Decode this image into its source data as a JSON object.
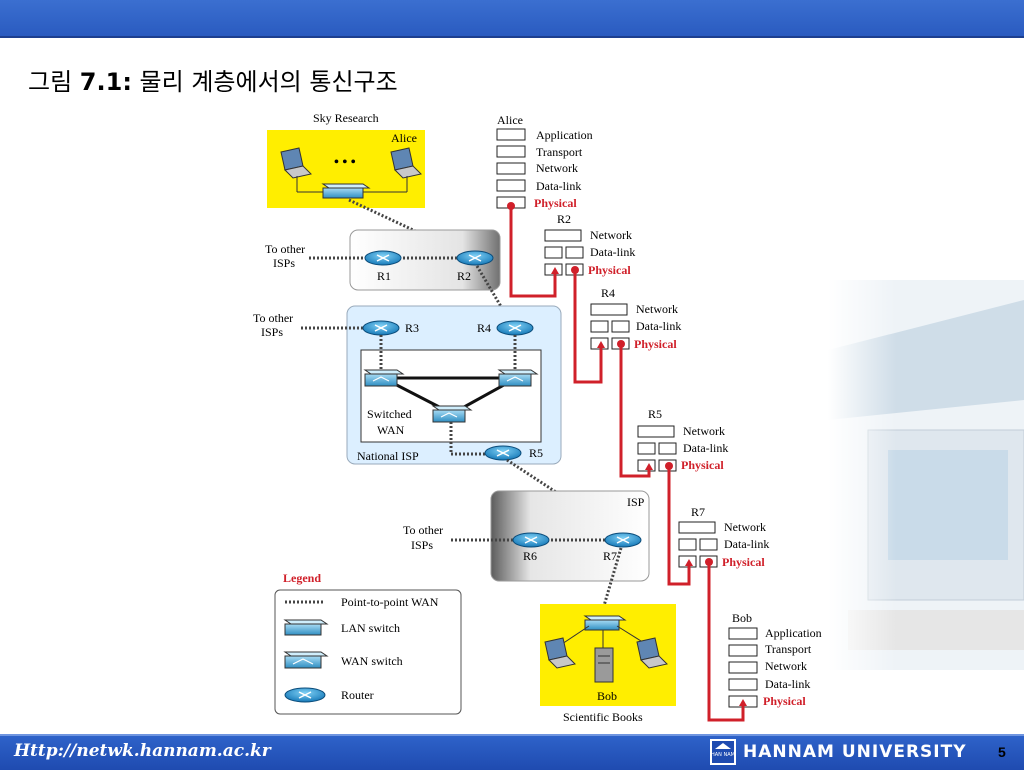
{
  "slide": {
    "title_prefix": "그림 ",
    "title_number": "7.1:",
    "title_text": "  물리 계층에서의 통신구조",
    "footer_url": "Http://netwk.hannam.ac.kr",
    "university": "HANNAM UNIVERSITY",
    "logo_text": "HAN NAM",
    "page_number": "5"
  },
  "diagram": {
    "sky_research": "Sky Research",
    "alice_lan_label": "Alice",
    "dots": "• • •",
    "to_other_isps_line1": "To other",
    "to_other_isps_line2": "ISPs",
    "routers": [
      "R1",
      "R2",
      "R3",
      "R4",
      "R5",
      "R6",
      "R7"
    ],
    "switched_wan_line1": "Switched",
    "switched_wan_line2": "WAN",
    "national_isp": "National ISP",
    "isp": "ISP",
    "bob_lan_label": "Bob",
    "scientific_books": "Scientific Books",
    "legend": {
      "title": "Legend",
      "items": [
        "Point-to-point WAN",
        "LAN switch",
        "WAN switch",
        "Router"
      ]
    },
    "stacks": {
      "alice": {
        "name": "Alice",
        "layers": [
          "Application",
          "Transport",
          "Network",
          "Data-link",
          "Physical"
        ]
      },
      "r2": {
        "name": "R2",
        "layers": [
          "Network",
          "Data-link",
          "Physical"
        ]
      },
      "r4": {
        "name": "R4",
        "layers": [
          "Network",
          "Data-link",
          "Physical"
        ]
      },
      "r5": {
        "name": "R5",
        "layers": [
          "Network",
          "Data-link",
          "Physical"
        ]
      },
      "r7": {
        "name": "R7",
        "layers": [
          "Network",
          "Data-link",
          "Physical"
        ]
      },
      "bob": {
        "name": "Bob",
        "layers": [
          "Application",
          "Transport",
          "Network",
          "Data-link",
          "Physical"
        ]
      }
    },
    "colors": {
      "physical_red": "#d0202a",
      "lan_yellow": "#ffee00",
      "national_isp_blue": "#dcefff",
      "router_blue": "#1f8fd0"
    }
  }
}
